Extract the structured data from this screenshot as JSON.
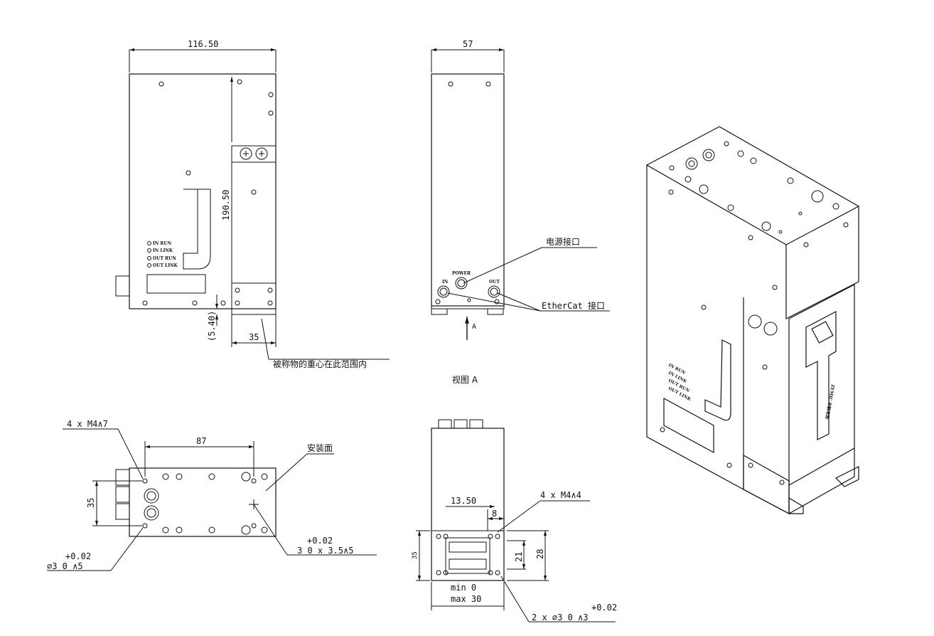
{
  "dims": {
    "width_116": "116.50",
    "height_190": "190.50",
    "depth_57": "57",
    "offset_5_40": "(5.40)",
    "width_35": "35",
    "bottom_87": "87",
    "bottom_35": "35",
    "bottom_m4_7": "4 x M4∧7",
    "bottom_tol_hi": "+0.02",
    "bottom_tol_lo": "+0.02",
    "bottom_hole_a": "∅3  0   ∧5",
    "bottom_hole_b": "3  0    x 3.5∧5",
    "side_13_50": "13.50",
    "side_8": "8",
    "side_m4_4": "4 x M4∧4",
    "side_21": "21",
    "side_28": "28",
    "side_35": "35",
    "side_min": "min  0",
    "side_max": "max 30",
    "side_tol": "+0.02",
    "side_hole": "2 x ∅3  0   ∧3"
  },
  "labels": {
    "power_port": "电源接口",
    "ethercat_port": "EtherCat 接口",
    "cog_note": "被称物的重心在此范围内",
    "mount_face": "安装面",
    "view_a": "视图 A",
    "arrow_a": "A",
    "power": "POWER",
    "in": "IN",
    "out": "OUT"
  },
  "leds": [
    "IN RUN",
    "IN LINK",
    "OUT RUN",
    "OUT LINK"
  ],
  "logo_text": "ZEMIC 中航电测"
}
